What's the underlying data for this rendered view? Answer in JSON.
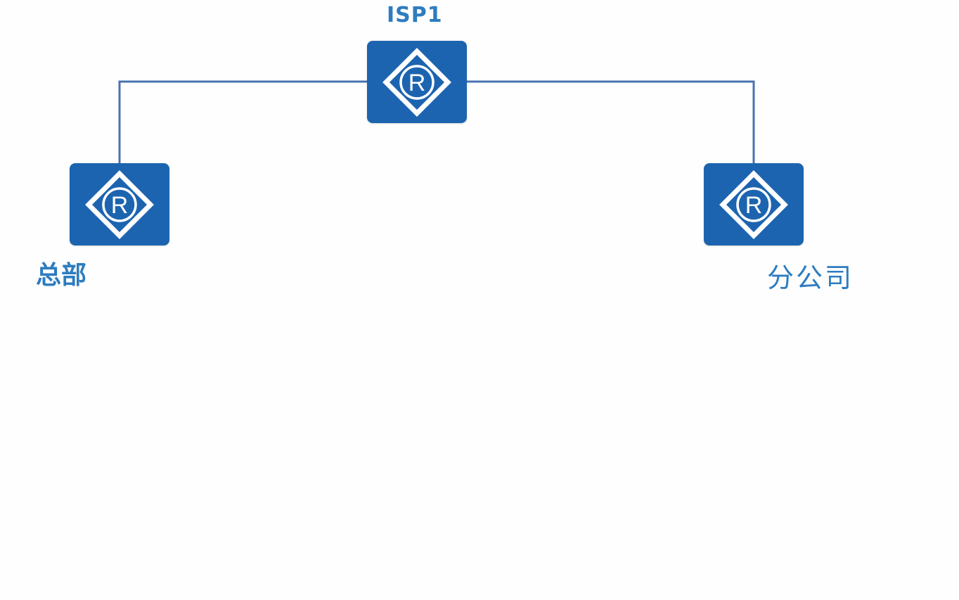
{
  "nodes": {
    "isp": {
      "label": "ISP1",
      "icon": "router-icon",
      "glyph": "R"
    },
    "hq": {
      "label": "总部",
      "icon": "router-icon",
      "glyph": "R"
    },
    "branch": {
      "label": "分公司",
      "icon": "router-icon",
      "glyph": "R"
    }
  },
  "links": [
    {
      "from": "isp",
      "to": "hq"
    },
    {
      "from": "isp",
      "to": "branch"
    }
  ],
  "colors": {
    "router_fill": "#1c64b0",
    "link": "#4a72b0",
    "label": "#2e7cbf"
  }
}
